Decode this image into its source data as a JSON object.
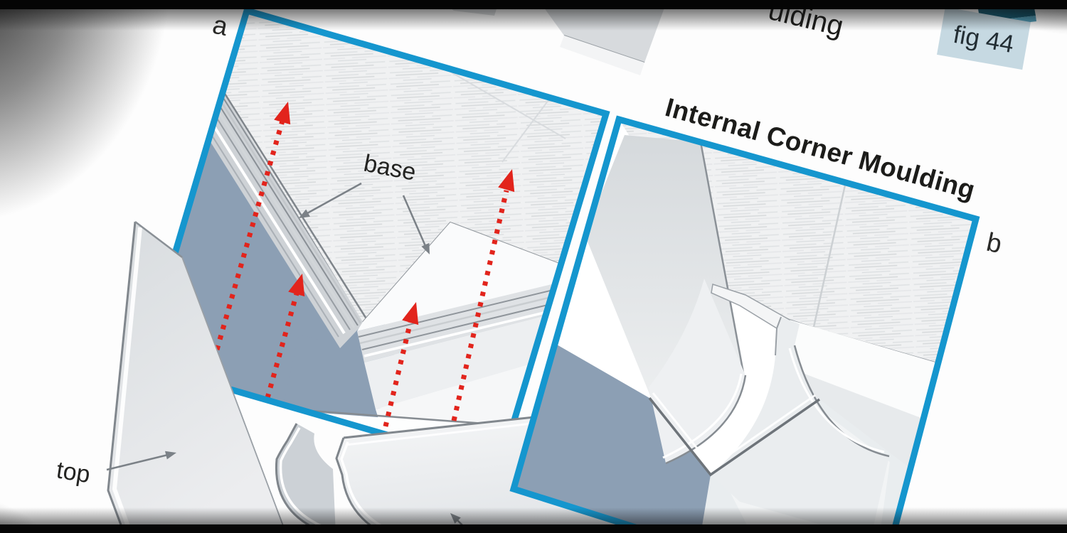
{
  "page": {
    "figure_number": "fig 44",
    "title": "Internal Corner Moulding",
    "partial_text_top": "ulding",
    "panel_labels": {
      "a": "a",
      "b": "b"
    },
    "callouts": {
      "base": "base",
      "top": "top"
    },
    "colors": {
      "panel_border": "#1596ce",
      "wall_slate": "#8c9fb4",
      "arrow_red": "#e2241c",
      "fig_box_bg": "#c6d9e2",
      "dark_box": "#14586f",
      "dark_box_edge": "#4f9db8",
      "text": "#1d1d1b",
      "callout_arrow_gray": "#7b8187"
    }
  }
}
